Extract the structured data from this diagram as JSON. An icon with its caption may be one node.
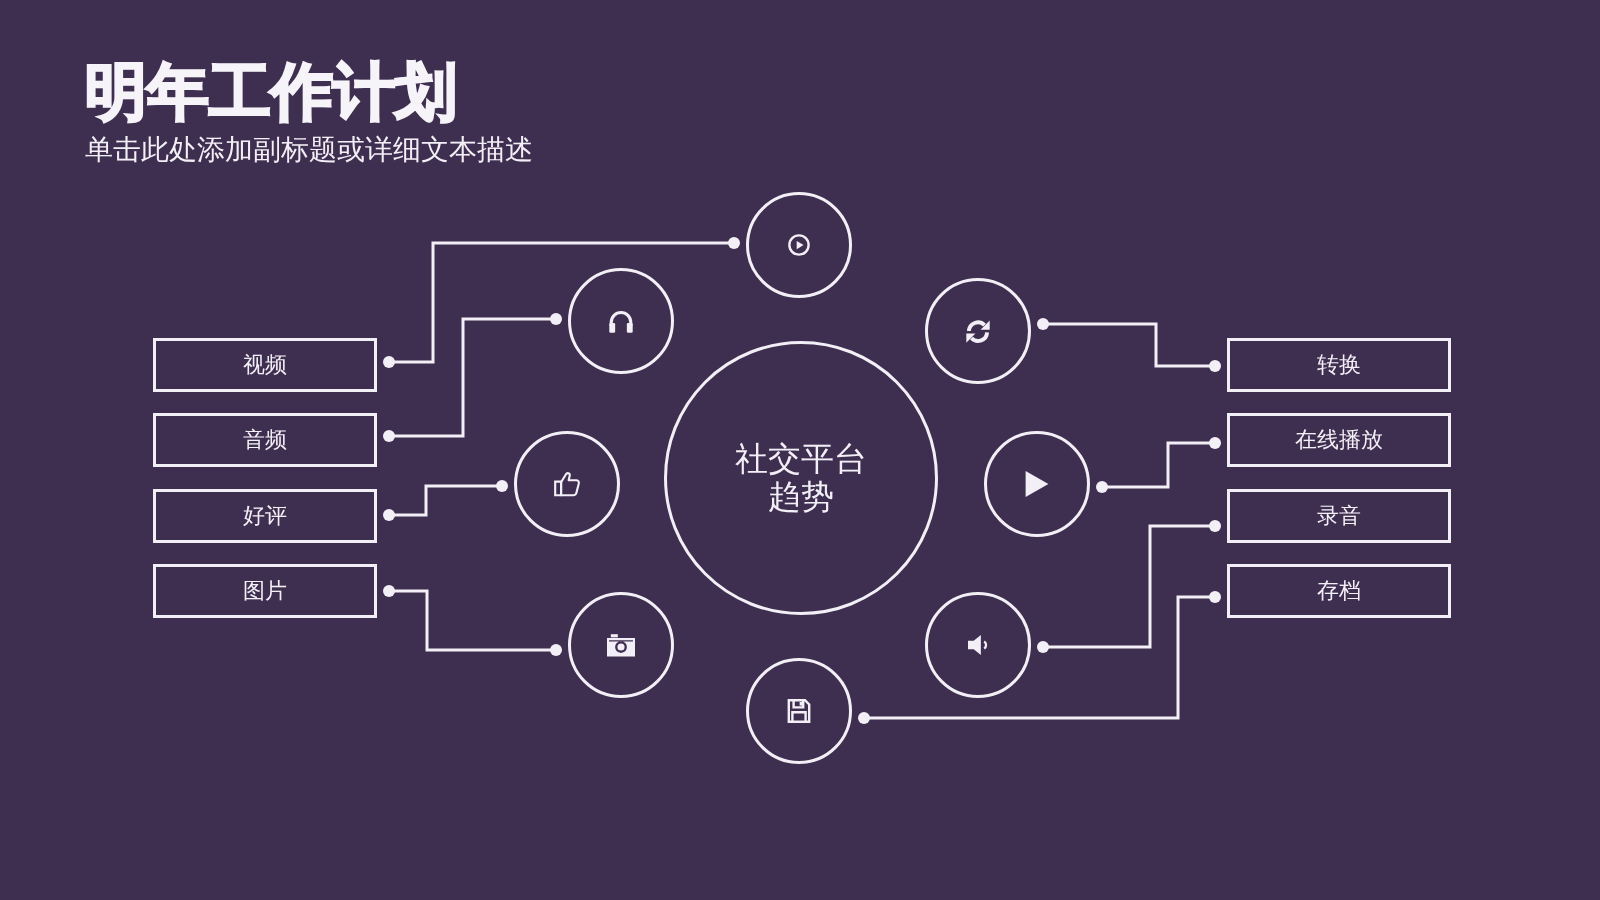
{
  "diagram": {
    "title": "明年工作计划",
    "nodes": [
      {
        "text": [
          "视频"
        ]
      },
      {
        "text": [
          "音频"
        ]
      },
      {
        "text": [
          "好评"
        ]
      },
      {
        "text": [
          "图片"
        ]
      },
      {
        "text": [],
        "shape": "circle"
      },
      {
        "text": [],
        "shape": "circle"
      },
      {
        "text": [],
        "shape": "circle"
      },
      {
        "text": [],
        "shape": "circle"
      },
      {
        "text": [
          "社交平台趋势"
        ]
      },
      {
        "text": [],
        "shape": "circle"
      },
      {
        "text": [],
        "shape": "circle"
      },
      {
        "text": [],
        "shape": "circle"
      },
      {
        "text": [],
        "shape": "circle"
      },
      {
        "text": [
          "转换"
        ]
      },
      {
        "text": [
          "在线播放"
        ]
      },
      {
        "text": [
          "录音"
        ]
      },
      {
        "text": [
          "存档"
        ]
      }
    ],
    "edges": [
      {
        "from": 0,
        "to": 7,
        "arrow": "other"
      },
      {
        "from": 1,
        "to": 5,
        "arrow": "other"
      },
      {
        "from": 2,
        "to": 4,
        "arrow": "other"
      },
      {
        "from": 3,
        "to": 6,
        "arrow": "other"
      },
      {
        "from": 10,
        "to": 13,
        "arrow": "other"
      },
      {
        "from": 12,
        "to": 14,
        "arrow": "other"
      },
      {
        "from": 11,
        "to": 15,
        "arrow": "other"
      },
      {
        "from": 9,
        "to": 16,
        "arrow": "other"
      }
    ],
    "labels": [
      "单击此处添加副标题或详细文本描述"
    ]
  }
}
